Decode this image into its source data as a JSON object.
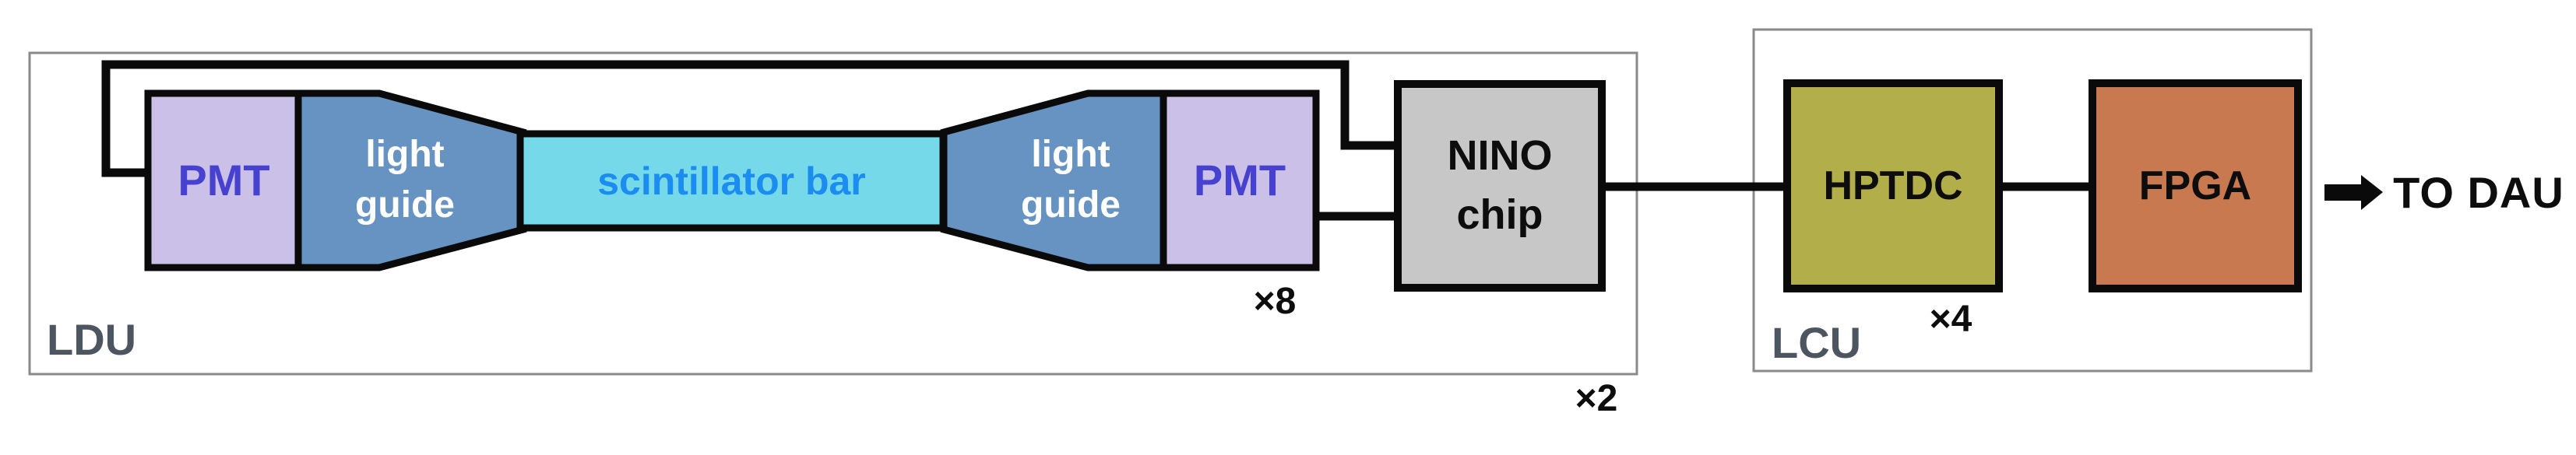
{
  "diagram": {
    "title_none": "",
    "ldu": {
      "label": "LDU",
      "multiplier": "×2"
    },
    "lcu": {
      "label": "LCU"
    },
    "blocks": {
      "pmt_left": {
        "label": "PMT"
      },
      "light_guide_left": {
        "line1": "light",
        "line2": "guide"
      },
      "scintillator_bar": {
        "label": "scintillator bar"
      },
      "light_guide_right": {
        "line1": "light",
        "line2": "guide"
      },
      "pmt_right": {
        "label": "PMT",
        "multiplier": "×8"
      },
      "nino_chip": {
        "line1": "NINO",
        "line2": "chip"
      },
      "hptdc": {
        "label": "HPTDC",
        "multiplier": "×4"
      },
      "fpga": {
        "label": "FPGA"
      }
    },
    "output": {
      "label": "TO DAU"
    },
    "colors": {
      "pmt_fill": "#cbc0e8",
      "pmt_text": "#4741cf",
      "light_guide_fill": "#6793c3",
      "scintillator_fill": "#76d9ea",
      "scintillator_text": "#1b8cf0",
      "nino_fill": "#c7c7c7",
      "hptdc_fill": "#b2ae49",
      "fpga_fill": "#c8794f",
      "line_black": "#0a0a0a",
      "unit_border": "#8a8a8a",
      "unit_label_text": "#4c5560",
      "arrow_black": "#0a0a0a"
    }
  }
}
